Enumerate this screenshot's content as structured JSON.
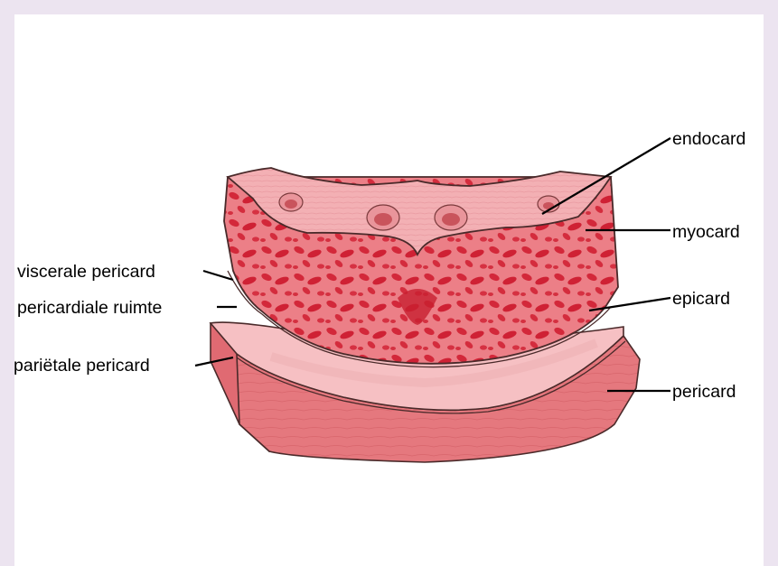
{
  "labels": {
    "endocard": "endocard",
    "myocard": "myocard",
    "epicard": "epicard",
    "pericard": "pericard",
    "visceral": "viscerale pericard",
    "space": "pericardiale ruimte",
    "parietal": "pariëtale pericard"
  },
  "colors": {
    "background": "#ece4f0",
    "panel": "#ffffff",
    "outline": "#4a2a2a",
    "endocard_fill": "#f0a3a8",
    "myocard_fill": "#e45a63",
    "pericard_fill": "#e57c82",
    "inner_surface": "#f6c0c3"
  }
}
